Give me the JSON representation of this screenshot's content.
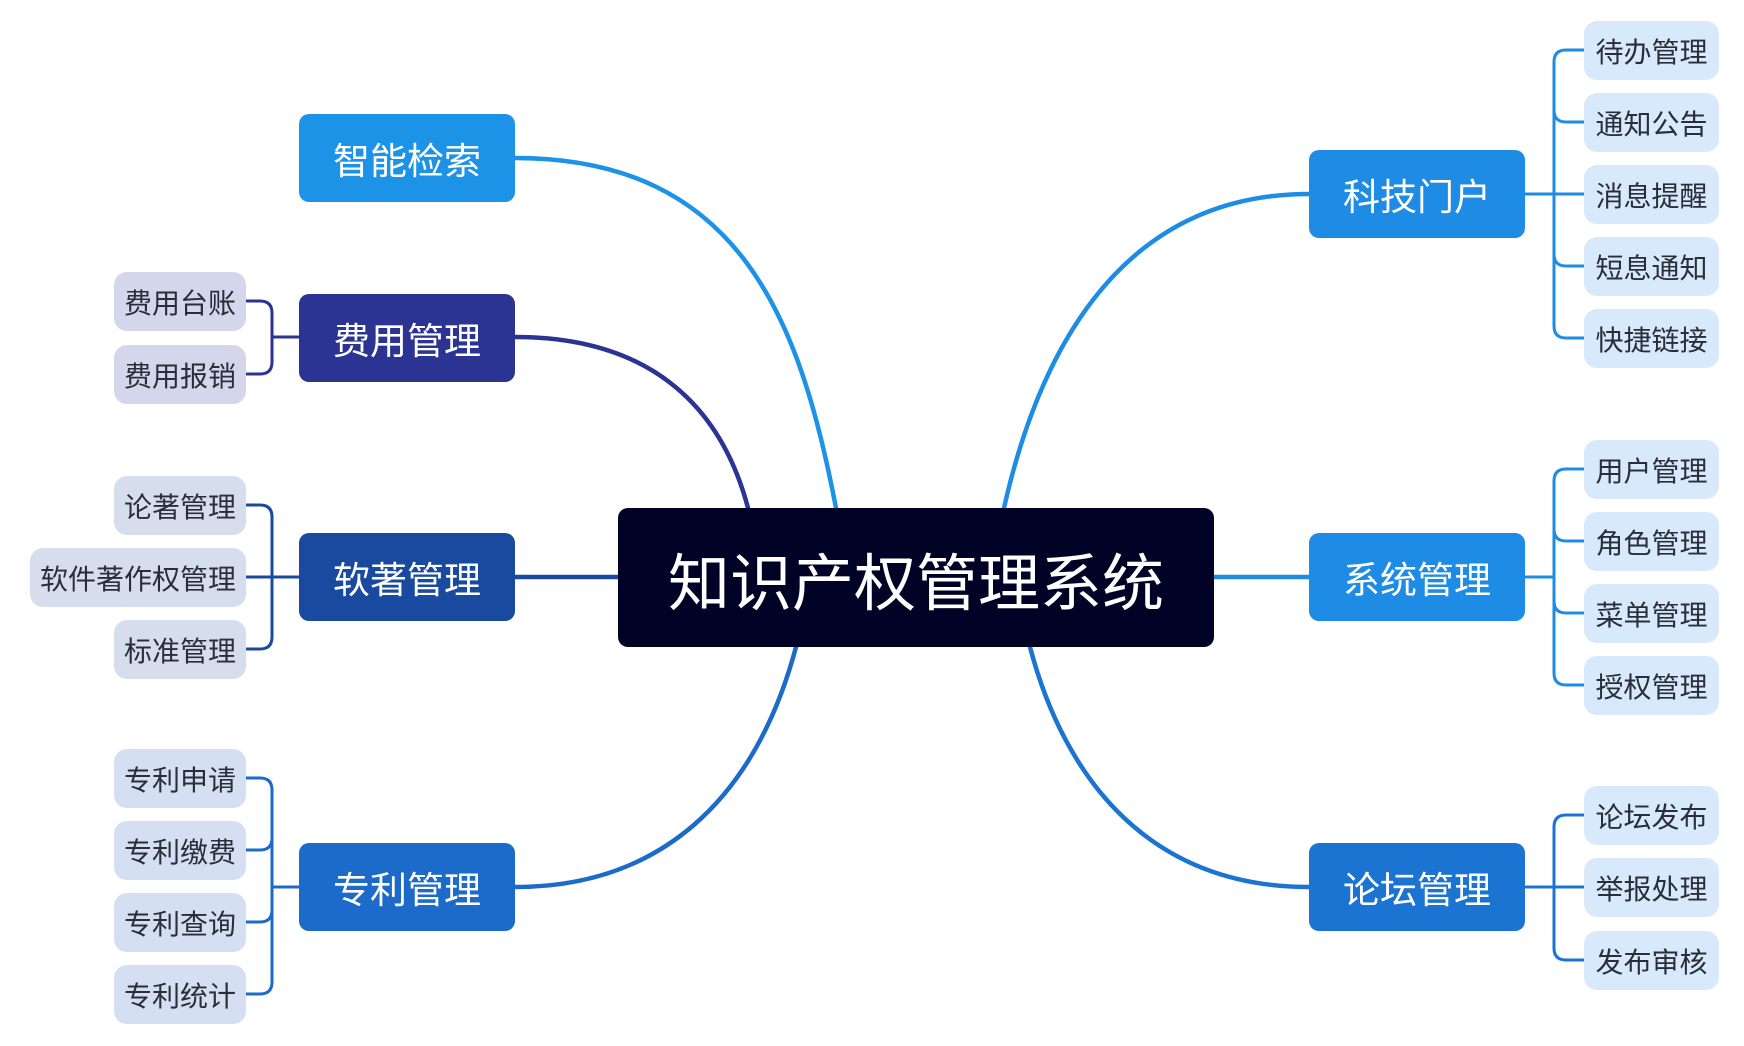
{
  "diagram": {
    "root": {
      "label": "知识产权管理系统"
    },
    "colors": {
      "root_bg": "#010326",
      "light_blue": "#1d93e8",
      "navy": "#2b3393",
      "dark_blue": "#1a4a9f",
      "mid_blue": "#1c6ac9",
      "right_blue": "#1e8ce4",
      "forum_blue": "#1b74d2"
    },
    "left_branches": [
      {
        "label": "智能检索",
        "leaves": []
      },
      {
        "label": "费用管理",
        "leaves": [
          "费用台账",
          "费用报销"
        ]
      },
      {
        "label": "软著管理",
        "leaves": [
          "论著管理",
          "软件著作权管理",
          "标准管理"
        ]
      },
      {
        "label": "专利管理",
        "leaves": [
          "专利申请",
          "专利缴费",
          "专利查询",
          "专利统计"
        ]
      }
    ],
    "right_branches": [
      {
        "label": "科技门户",
        "leaves": [
          "待办管理",
          "通知公告",
          "消息提醒",
          "短息通知",
          "快捷链接"
        ]
      },
      {
        "label": "系统管理",
        "leaves": [
          "用户管理",
          "角色管理",
          "菜单管理",
          "授权管理"
        ]
      },
      {
        "label": "论坛管理",
        "leaves": [
          "论坛发布",
          "举报处理",
          "发布审核"
        ]
      }
    ]
  }
}
